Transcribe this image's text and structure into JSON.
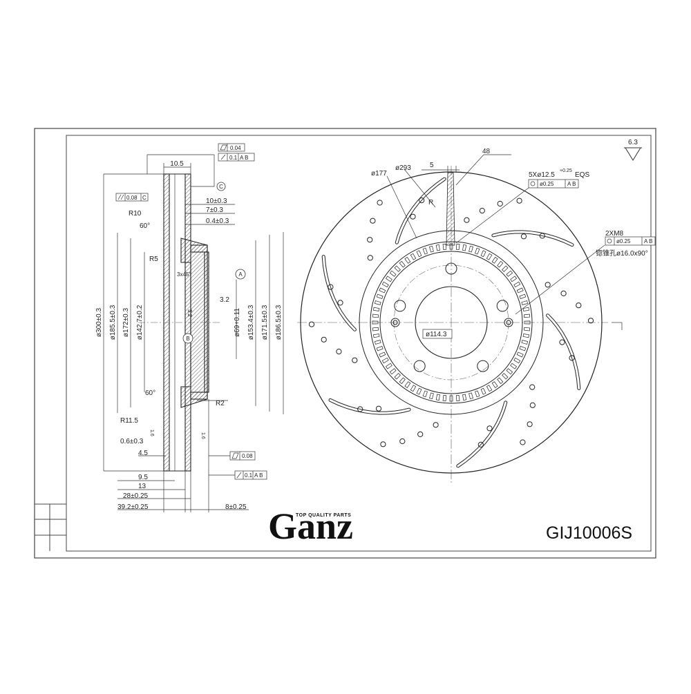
{
  "brand": {
    "name": "Ganz",
    "tagline": "TOP QUALITY PARTS"
  },
  "part_number": "GIJ10006S",
  "roughness": "6.3",
  "tolerances": {
    "flatness_top": "0.04",
    "runout_top": "0.1",
    "runout_top_ref": "A B",
    "parallel": "0.08",
    "parallel_ref": "C",
    "flatness_bottom": "0.08",
    "runout_bottom": "0.1",
    "runout_bottom_ref": "A B"
  },
  "datums": {
    "a": "A",
    "b": "B",
    "c": "C"
  },
  "section_view": {
    "horizontal": {
      "width_10_5": "10.5",
      "d_10": "10±0.3",
      "d_7": "7±0.3",
      "d_0_4": "0.4±0.3",
      "r10": "R10",
      "angle_top": "60°",
      "r5": "R5",
      "chamfer": "3x45°",
      "rough_3_2a": "3.2",
      "rough_3_2b": "3.2",
      "angle_bottom": "60°",
      "r2": "R2",
      "r11_5": "R11.5",
      "d_0_6": "0.6±0.3",
      "d_4_5": "4.5",
      "d_9_5": "9.5",
      "d_13": "13",
      "d_28": "28±0.25",
      "d_39_2": "39.2±0.25",
      "d_8": "8±0.25",
      "small_16a": "1.6",
      "small_16b": "1.6"
    },
    "vertical": {
      "d300": "ø300±0.3",
      "d185": "ø185.5±0.3",
      "d172": "ø172±0.3",
      "d142": "ø142.7±0.2",
      "d69": "ø69+0.11",
      "d153": "ø153.4±0.3",
      "d171": "ø171.5±0.3",
      "d186": "ø186.5±0.3"
    }
  },
  "front_view": {
    "d177": "ø177",
    "d293": "ø293",
    "width_5": "5",
    "angle_48": "48",
    "radius_r": "R",
    "holes": "5Xø12.5",
    "holes_tol": "+0.25",
    "holes_eqs": "EQS",
    "holes_pos": "ø0.25",
    "holes_ref": "A B",
    "thread": "2XM8",
    "thread_pos": "ø0.25",
    "thread_ref": "A B",
    "countersink": "锪锥孔ø16.0x90°",
    "pcd": "ø114.3"
  }
}
